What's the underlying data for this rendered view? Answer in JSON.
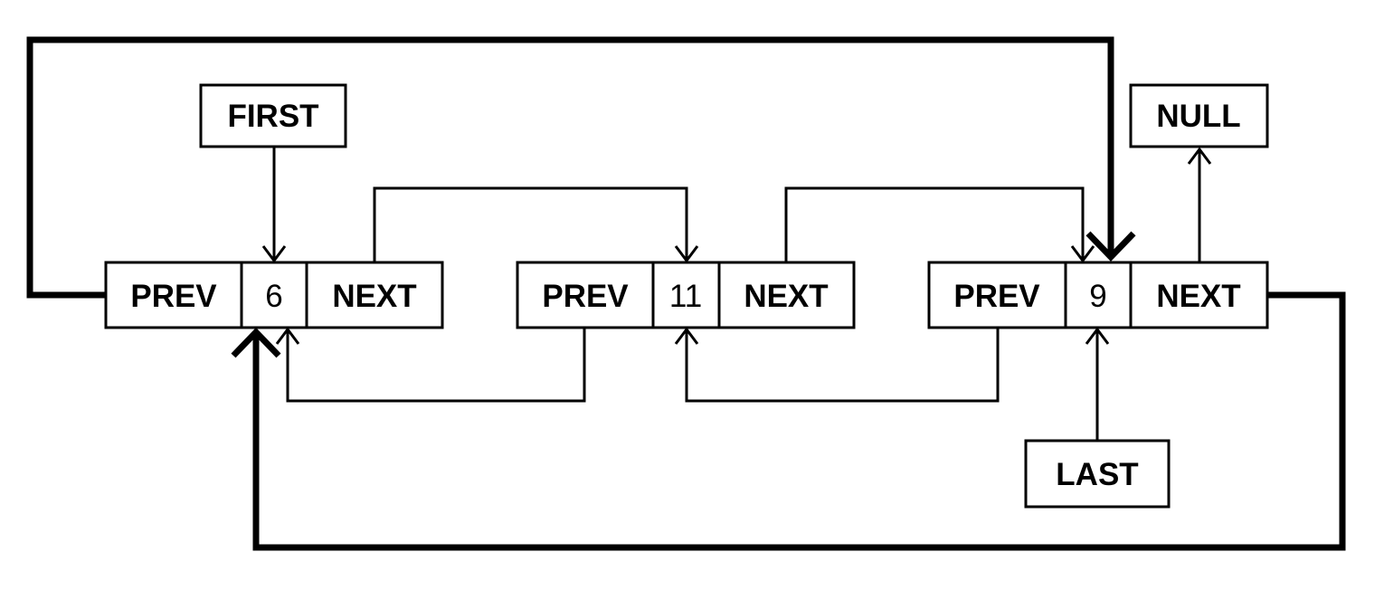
{
  "pointers": {
    "first": "FIRST",
    "last": "LAST",
    "null": "NULL"
  },
  "nodes": [
    {
      "prev": "PREV",
      "value": "6",
      "next": "NEXT"
    },
    {
      "prev": "PREV",
      "value": "11",
      "next": "NEXT"
    },
    {
      "prev": "PREV",
      "value": "9",
      "next": "NEXT"
    }
  ]
}
